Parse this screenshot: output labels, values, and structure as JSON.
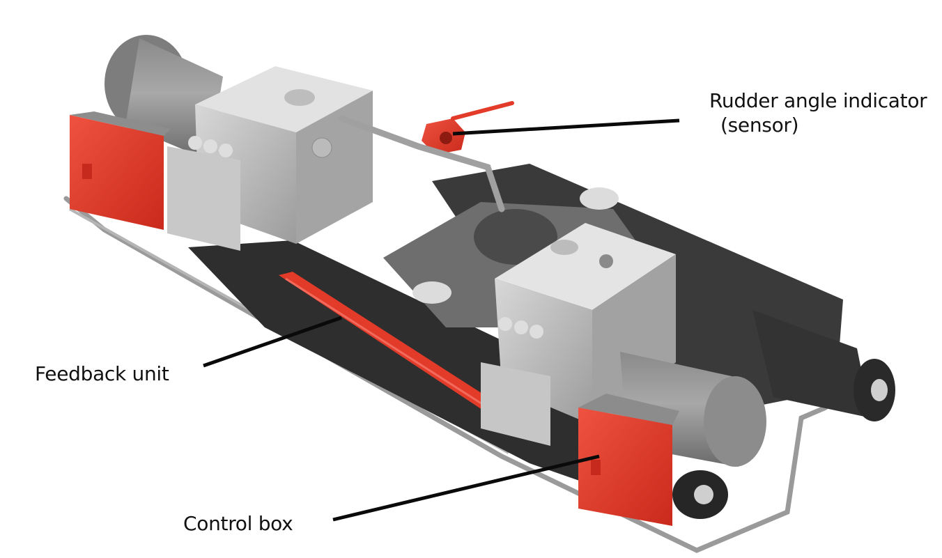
{
  "labels": {
    "rudder_angle_indicator": "Rudder angle indicator",
    "rudder_angle_indicator_sub": "(sensor)",
    "feedback_unit": "Feedback unit",
    "control_box": "Control box"
  },
  "colors": {
    "background": "#ffffff",
    "machine_grey": "#a9a9a9",
    "machine_light": "#cfcfcf",
    "machine_dark": "#3a3a3a",
    "accent_red": "#e23b2a",
    "leader_line": "#0a0a0a"
  },
  "icons": [
    "steering-gear-illustration"
  ]
}
